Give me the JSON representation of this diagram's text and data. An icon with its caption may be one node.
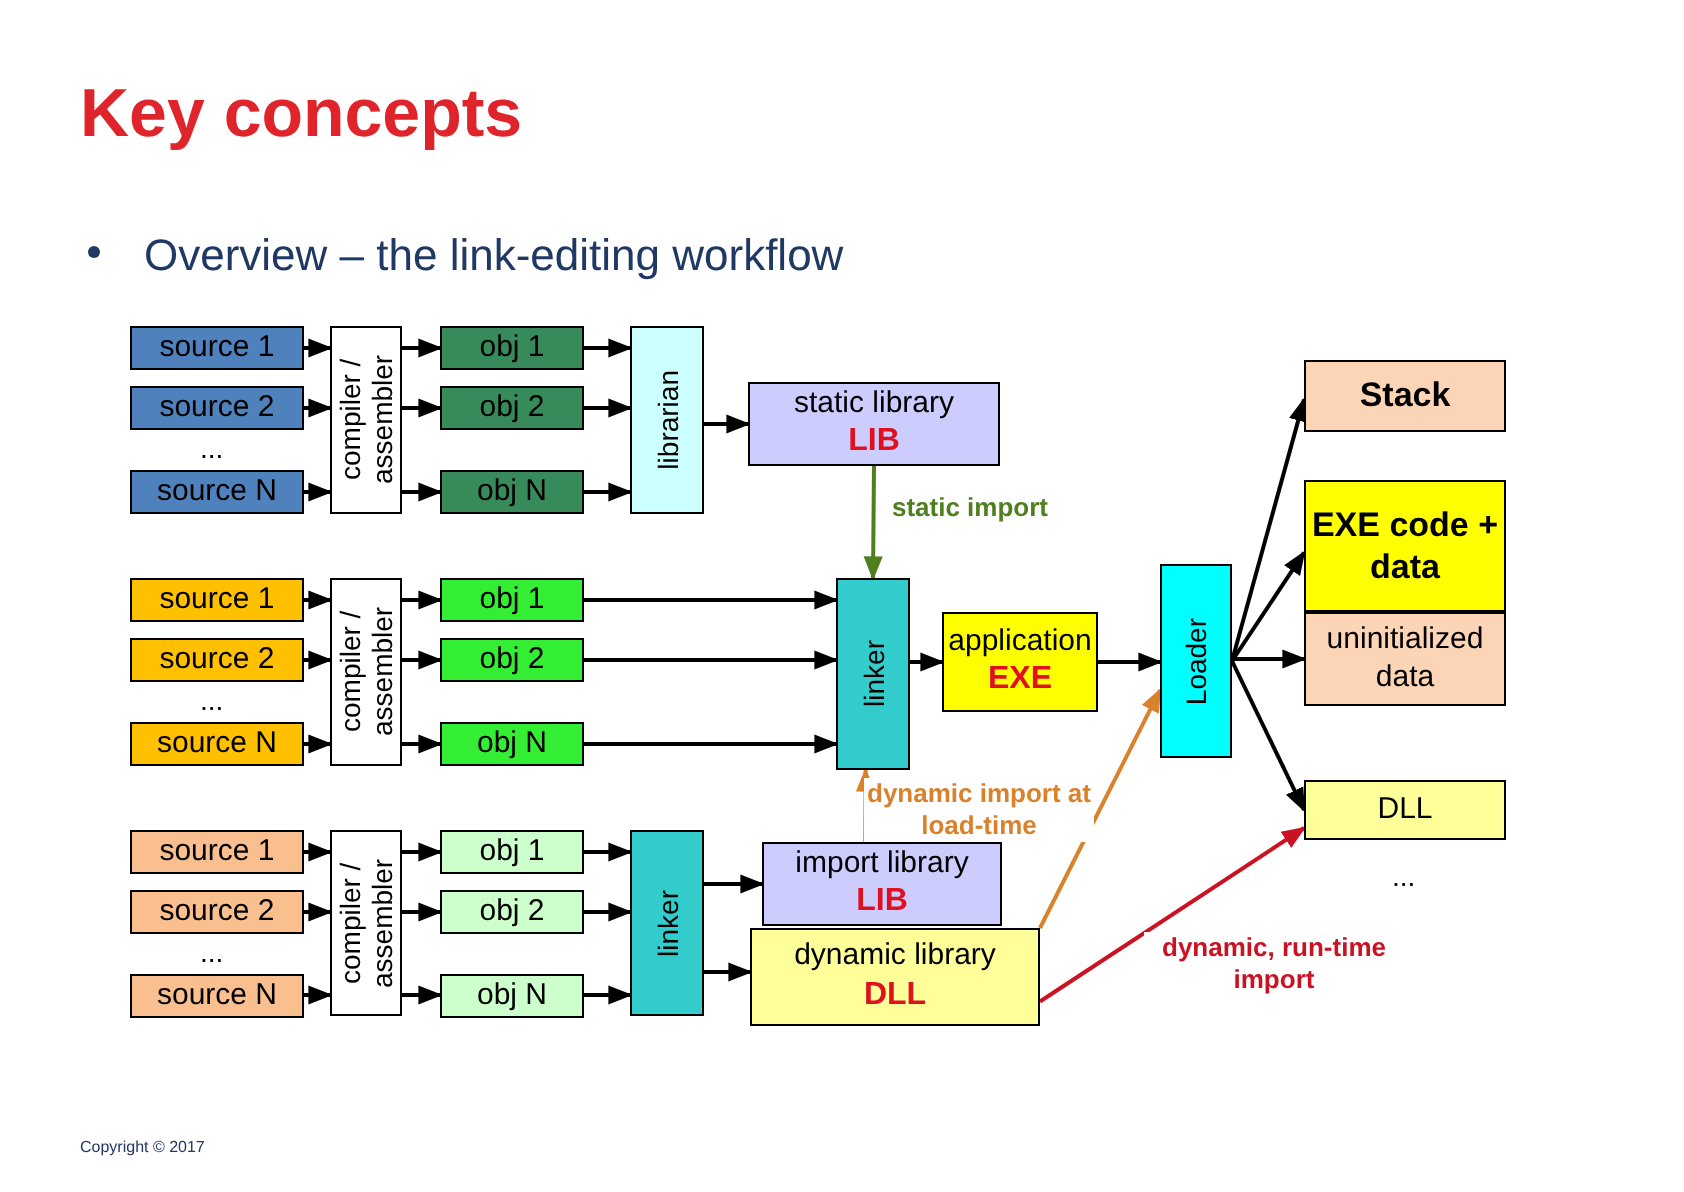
{
  "diagram": {
    "title": "Key concepts",
    "nodes": [
      {
        "text": [
          "source 1"
        ]
      },
      {
        "text": [
          "source 2"
        ]
      },
      {
        "text": [
          "source N"
        ]
      },
      {
        "text": [
          "compiler / assembler"
        ]
      },
      {
        "text": [
          "obj 1"
        ]
      },
      {
        "text": [
          "obj 2"
        ]
      },
      {
        "text": [
          "obj N"
        ]
      },
      {
        "text": [
          "librarian"
        ]
      },
      {
        "text": [
          "static library",
          "LIB"
        ]
      },
      {
        "text": [
          "source 1"
        ]
      },
      {
        "text": [
          "source 2"
        ]
      },
      {
        "text": [
          "source N"
        ]
      },
      {
        "text": [
          "compiler / assembler"
        ]
      },
      {
        "text": [
          "obj 1"
        ]
      },
      {
        "text": [
          "obj 2"
        ]
      },
      {
        "text": [
          "obj N"
        ]
      },
      {
        "text": [
          "linker"
        ]
      },
      {
        "text": [
          "application",
          "EXE"
        ]
      },
      {
        "text": [
          "Loader"
        ]
      },
      {
        "text": [
          "Stack"
        ]
      },
      {
        "text": [
          "EXE code + data"
        ]
      },
      {
        "text": [
          "uninitialized data"
        ]
      },
      {
        "text": [
          "DLL"
        ]
      },
      {
        "text": [
          "source 1"
        ]
      },
      {
        "text": [
          "source 2"
        ]
      },
      {
        "text": [
          "source N"
        ]
      },
      {
        "text": [
          "compiler / assembler"
        ]
      },
      {
        "text": [
          "obj 1"
        ]
      },
      {
        "text": [
          "obj 2"
        ]
      },
      {
        "text": [
          "obj N"
        ]
      },
      {
        "text": [
          "linker"
        ]
      },
      {
        "text": [
          "import library",
          "LIB"
        ]
      },
      {
        "text": [
          "dynamic library",
          "DLL"
        ]
      }
    ],
    "edges": [
      {
        "from": 0,
        "to": 3,
        "arrow": "to"
      },
      {
        "from": 1,
        "to": 3,
        "arrow": "to"
      },
      {
        "from": 2,
        "to": 3,
        "arrow": "to"
      },
      {
        "from": 3,
        "to": 4,
        "arrow": "to"
      },
      {
        "from": 3,
        "to": 5,
        "arrow": "to"
      },
      {
        "from": 3,
        "to": 6,
        "arrow": "to"
      },
      {
        "from": 4,
        "to": 7,
        "arrow": "to"
      },
      {
        "from": 5,
        "to": 7,
        "arrow": "to"
      },
      {
        "from": 6,
        "to": 7,
        "arrow": "to"
      },
      {
        "from": 7,
        "to": 8,
        "arrow": "to"
      },
      {
        "from": 9,
        "to": 12,
        "arrow": "to"
      },
      {
        "from": 10,
        "to": 12,
        "arrow": "to"
      },
      {
        "from": 11,
        "to": 12,
        "arrow": "to"
      },
      {
        "from": 12,
        "to": 13,
        "arrow": "to"
      },
      {
        "from": 12,
        "to": 14,
        "arrow": "to"
      },
      {
        "from": 12,
        "to": 15,
        "arrow": "to"
      },
      {
        "from": 13,
        "to": 16,
        "arrow": "to"
      },
      {
        "from": 14,
        "to": 16,
        "arrow": "to"
      },
      {
        "from": 15,
        "to": 16,
        "arrow": "to"
      },
      {
        "from": 8,
        "to": 16,
        "arrow": "to",
        "label": "static import",
        "color": "#4f7f1f"
      },
      {
        "from": 23,
        "to": 26,
        "arrow": "to"
      },
      {
        "from": 24,
        "to": 26,
        "arrow": "to"
      },
      {
        "from": 25,
        "to": 26,
        "arrow": "to"
      },
      {
        "from": 26,
        "to": 27,
        "arrow": "to"
      },
      {
        "from": 26,
        "to": 28,
        "arrow": "to"
      },
      {
        "from": 26,
        "to": 29,
        "arrow": "to"
      },
      {
        "from": 27,
        "to": 30,
        "arrow": "to"
      },
      {
        "from": 28,
        "to": 30,
        "arrow": "to"
      },
      {
        "from": 29,
        "to": 30,
        "arrow": "to"
      },
      {
        "from": 30,
        "to": 31,
        "arrow": "to"
      },
      {
        "from": 30,
        "to": 32,
        "arrow": "to"
      },
      {
        "from": 31,
        "to": 16,
        "arrow": "to",
        "label": "dynamic import at load-time",
        "color": "#d9822b"
      },
      {
        "from": 16,
        "to": 17,
        "arrow": "to"
      },
      {
        "from": 17,
        "to": 18,
        "arrow": "to"
      },
      {
        "from": 32,
        "to": 18,
        "arrow": "to",
        "color": "#d9822b"
      },
      {
        "from": 18,
        "to": 19,
        "arrow": "to"
      },
      {
        "from": 18,
        "to": 20,
        "arrow": "to"
      },
      {
        "from": 18,
        "to": 21,
        "arrow": "to"
      },
      {
        "from": 18,
        "to": 22,
        "arrow": "to"
      },
      {
        "from": 32,
        "to": 22,
        "arrow": "to",
        "label": "dynamic, run-time import",
        "color": "#cc1122"
      }
    ],
    "labels": [
      "Overview – the link-editing workflow",
      "...",
      "...",
      "...",
      "...",
      "Copyright © 2017"
    ]
  }
}
